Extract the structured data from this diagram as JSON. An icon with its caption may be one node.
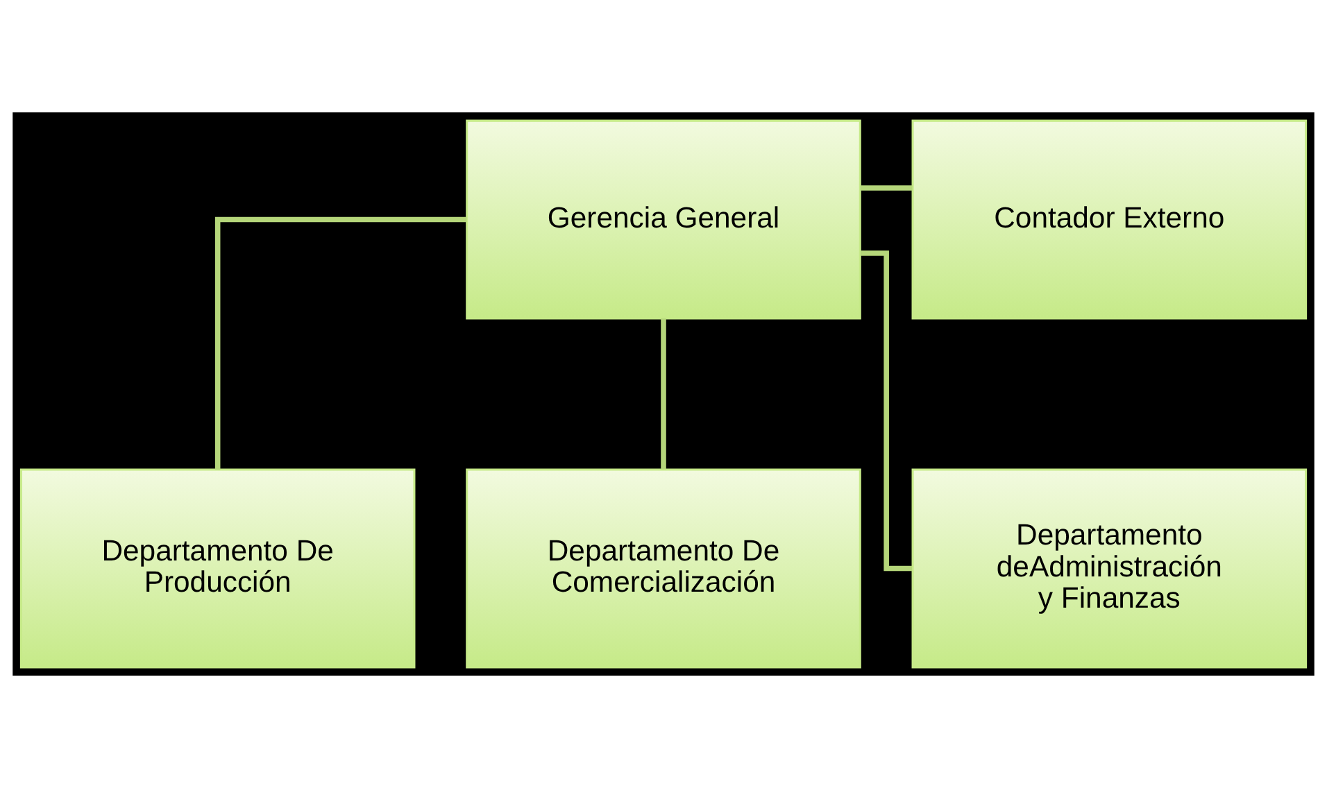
{
  "diagram": {
    "nodes": [
      {
        "text": [
          "Gerencia General"
        ]
      },
      {
        "text": [
          "Contador Externo"
        ]
      },
      {
        "text": [
          "Departamento De Producción"
        ]
      },
      {
        "text": [
          "Departamento De Comercialización"
        ]
      },
      {
        "text": [
          "Departamento deAdministración y Finanzas"
        ]
      }
    ],
    "edges": [
      {
        "from": 0,
        "to": 1,
        "arrow": "none"
      },
      {
        "from": 0,
        "to": 2,
        "arrow": "none"
      },
      {
        "from": 0,
        "to": 3,
        "arrow": "none"
      },
      {
        "from": 0,
        "to": 4,
        "arrow": "none"
      }
    ]
  }
}
